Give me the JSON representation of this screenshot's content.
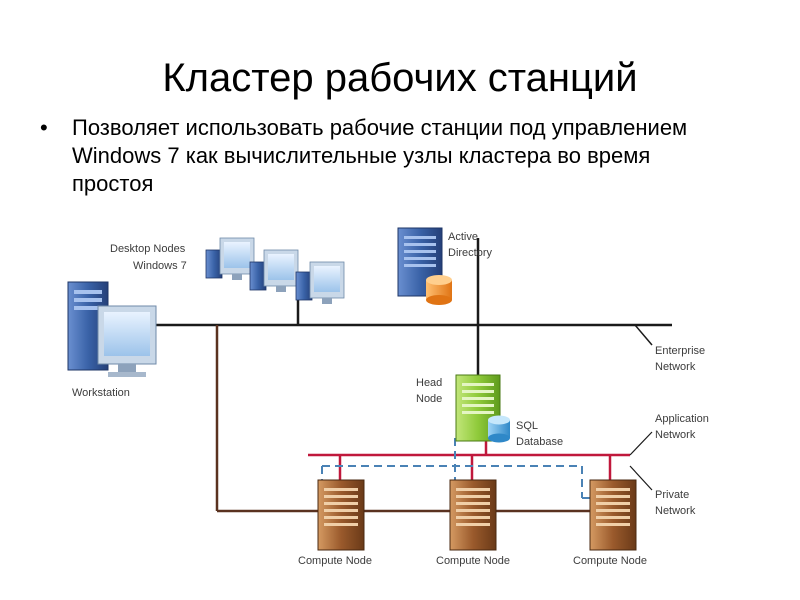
{
  "slide": {
    "title": "Кластер рабочих станций",
    "bullet": "Позволяет использовать рабочие станции под управлением Windows 7 как вычислительные узлы кластера во время простоя"
  },
  "diagram": {
    "desktop_nodes_line1": "Desktop Nodes",
    "desktop_nodes_line2": "Windows 7",
    "active_directory_line1": "Active",
    "active_directory_line2": "Directory",
    "workstation": "Workstation",
    "head_node_line1": "Head",
    "head_node_line2": "Node",
    "sql_line1": "SQL",
    "sql_line2": "Database",
    "enterprise_line1": "Enterprise",
    "enterprise_line2": "Network",
    "application_line1": "Application",
    "application_line2": "Network",
    "private_line1": "Private",
    "private_line2": "Network",
    "compute_node_1": "Compute Node",
    "compute_node_2": "Compute Node",
    "compute_node_3": "Compute Node"
  },
  "colors": {
    "enterprise_line": "#1a1a1a",
    "application_line": "#c0183c",
    "private_line": "#4a82b5",
    "compute_link": "#5a3220",
    "compute_body": "#9a5a2c",
    "head_body": "#8fca3a",
    "server_blue": "#3a63a8",
    "database_orange": "#f08a24",
    "database_blue": "#4aa3df"
  }
}
